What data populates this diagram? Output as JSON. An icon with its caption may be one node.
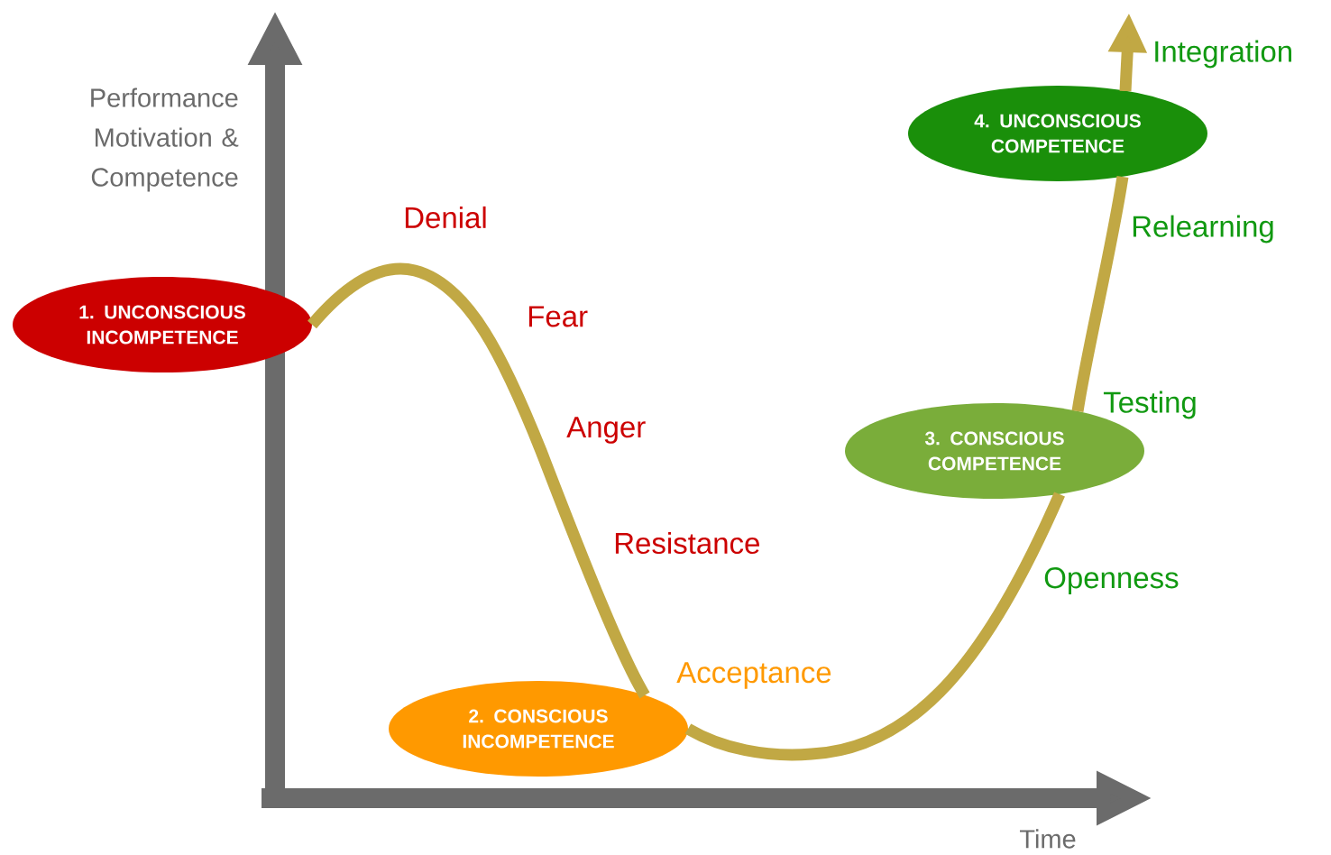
{
  "diagram": {
    "nodes": [
      {
        "text": [
          "1. UNCONSCIOUS INCOMPETENCE"
        ]
      },
      {
        "text": [
          "2. CONSCIOUS INCOMPETENCE"
        ]
      },
      {
        "text": [
          "3. CONSCIOUS COMPETENCE"
        ]
      },
      {
        "text": [
          "4. UNCONSCIOUS COMPETENCE"
        ]
      }
    ],
    "edges": [
      {
        "from": 0,
        "to": 1,
        "arrow": "none"
      },
      {
        "from": 1,
        "to": 2,
        "arrow": "none"
      },
      {
        "from": 2,
        "to": 3,
        "arrow": "none"
      },
      {
        "from": 3,
        "to": null,
        "arrow": "to"
      }
    ],
    "labels": [
      "Integration",
      "Performance Motivation & Competence",
      "Denial",
      "Relearning",
      "Fear",
      "Testing",
      "Anger",
      "Resistance",
      "Openness",
      "Acceptance",
      "Time"
    ]
  }
}
